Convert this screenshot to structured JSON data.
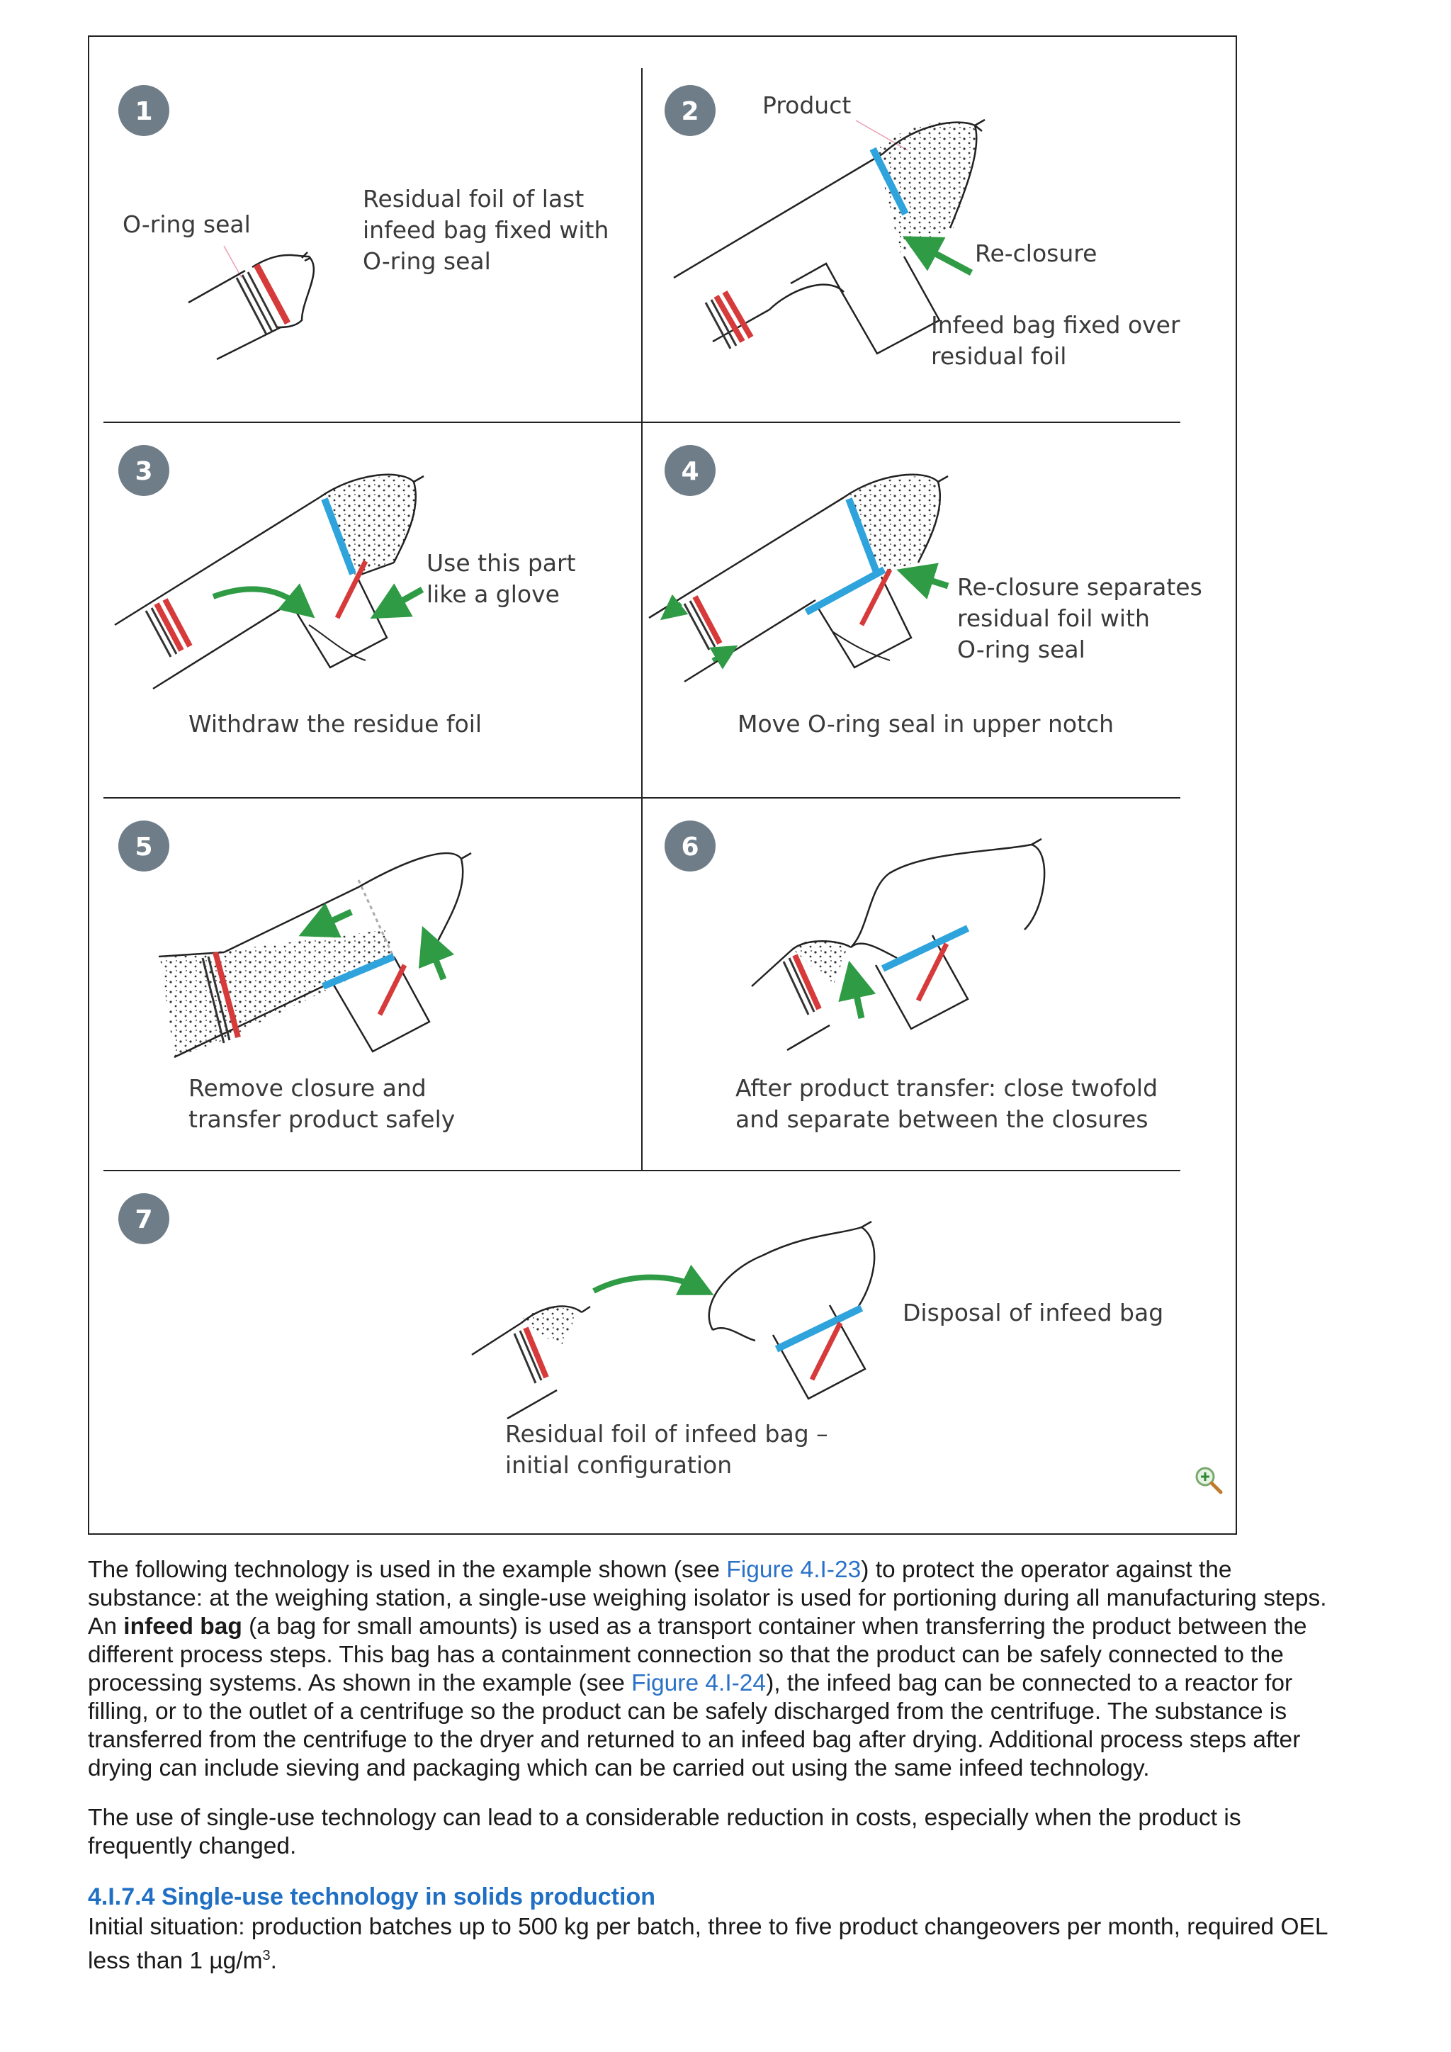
{
  "figure": {
    "steps": [
      {
        "number": "1",
        "captions": [
          "O-ring seal"
        ],
        "caption2": [
          "Residual foil of last",
          "infeed bag fixed with",
          "O-ring seal"
        ]
      },
      {
        "number": "2",
        "product": "Product",
        "reclosure": "Re-closure",
        "infeed": [
          "Infeed bag fixed over",
          "residual foil"
        ]
      },
      {
        "number": "3",
        "glove": [
          "Use this part",
          "like a glove"
        ],
        "caption": "Withdraw the residue foil"
      },
      {
        "number": "4",
        "separates": [
          "Re-closure separates",
          "residual foil with",
          "O-ring seal"
        ],
        "caption": "Move O-ring seal in upper notch"
      },
      {
        "number": "5",
        "caption": [
          "Remove closure and",
          "transfer product safely"
        ]
      },
      {
        "number": "6",
        "caption": [
          "After product transfer: close twofold",
          "and separate between the closures"
        ]
      },
      {
        "number": "7",
        "disposal": "Disposal of infeed bag",
        "caption": [
          "Residual foil of infeed bag –",
          "initial configuration"
        ]
      }
    ],
    "zoom_icon": "zoom-in-icon",
    "colors": {
      "red": "#d63a3a",
      "blue": "#2ea3dc",
      "green": "#2f9b45",
      "badge": "#6f7d88"
    }
  },
  "body": {
    "p1": {
      "t1": "The following technology is used in the example shown (see ",
      "link1": "Figure 4.I-23",
      "t2": ") to protect the operator against the",
      "line2": "substance: at the weighing station, a single-use weighing isolator is used for portioning during all manufacturing steps.",
      "t3": "An ",
      "bold": "infeed bag",
      "t4": " (a bag for small amounts) is used as a transport container when transferring the product between the",
      "line4": "different process steps. This bag has a containment connection so that the product can be safely connected to the",
      "t5": "processing systems. As shown in the example (see ",
      "link2": "Figure 4.I-24",
      "t6": "), the infeed bag can be connected to a reactor for",
      "line6": "filling, or to the outlet of a centrifuge so the product can be safely discharged from the centrifuge. The substance is",
      "line7": "transferred from the centrifuge to the dryer and returned to an infeed bag after drying. Additional process steps after",
      "line8": "drying can include sieving and packaging which can be carried out using the same infeed technology."
    },
    "p2": {
      "line1": "The use of single-use technology can lead to a considerable reduction in costs, especially when the product is",
      "line2": "frequently changed."
    },
    "heading": "4.I.7.4 Single-use technology in solids production",
    "p3": {
      "line1": "Initial situation: production batches up to 500 kg per batch, three to five product changeovers per month, required OEL",
      "line2a": "less than 1 µg/m",
      "sup": "3",
      "line2b": "."
    }
  }
}
